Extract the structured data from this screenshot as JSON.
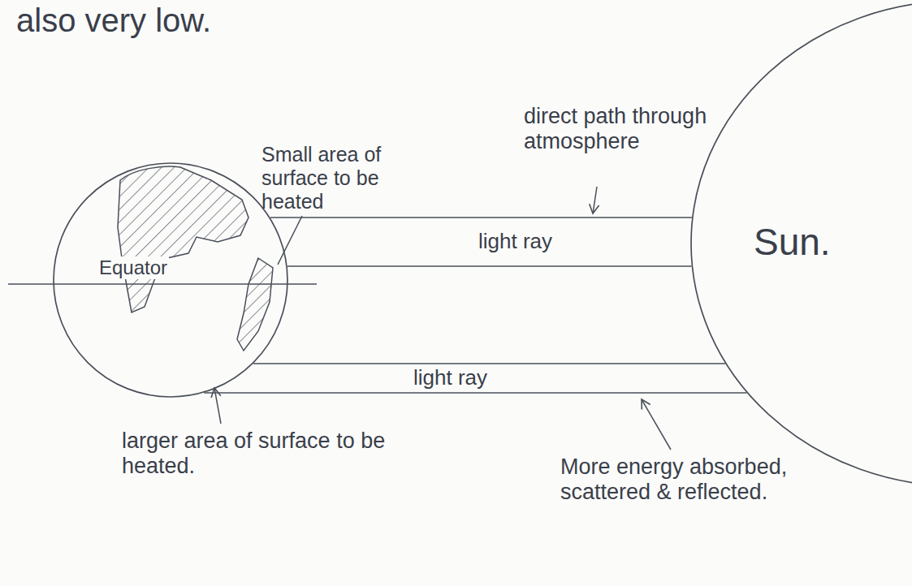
{
  "diagram": {
    "nodes": [
      {
        "text": [
          "Equator"
        ]
      },
      {
        "text": [
          "Sun."
        ]
      }
    ],
    "edges": [
      {
        "from": 1,
        "to": 0,
        "arrow": "none",
        "label": "light ray"
      },
      {
        "from": 1,
        "to": 0,
        "arrow": "none",
        "label": "light ray"
      }
    ],
    "labels": [
      "also very low.",
      "Small area of surface to be heated",
      "direct path through atmosphere",
      "larger area of surface to be heated.",
      "More energy absorbed, scattered & reflected."
    ]
  }
}
